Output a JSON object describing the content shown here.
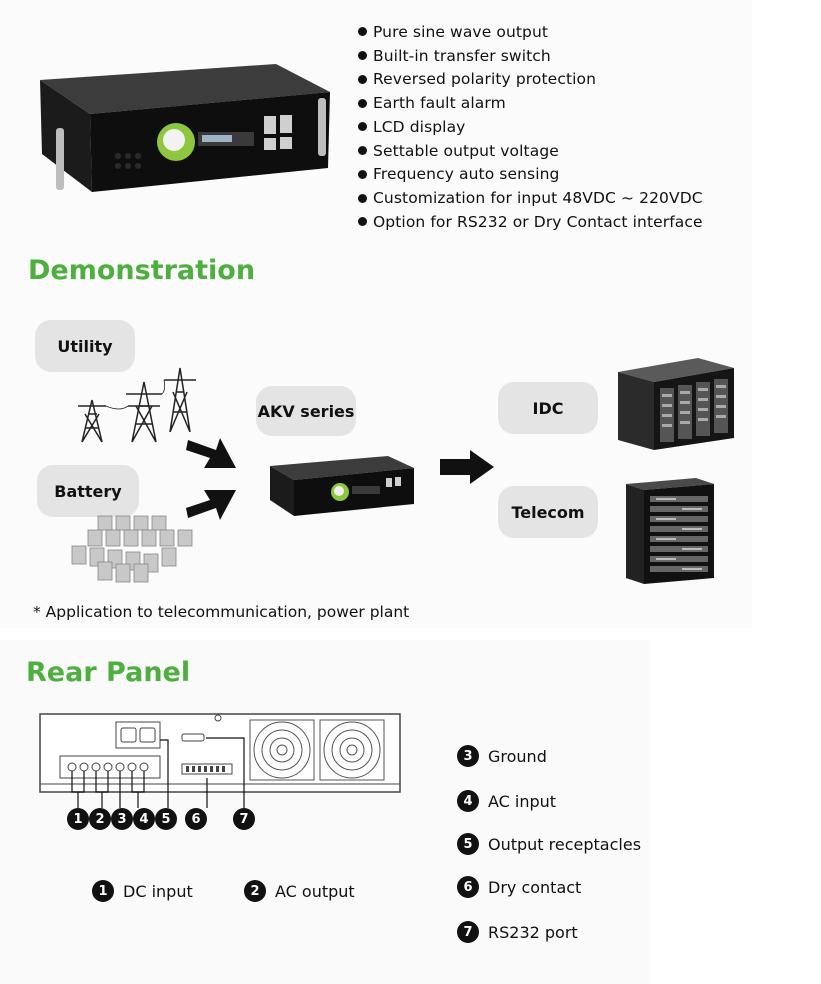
{
  "features": [
    "Pure sine wave output",
    "Built-in transfer switch",
    "Reversed polarity protection",
    "Earth fault alarm",
    "LCD display",
    "Settable output voltage",
    "Frequency auto sensing",
    "Customization for input 48VDC ~ 220VDC",
    "Option for RS232 or Dry Contact interface"
  ],
  "demo": {
    "title": "Demonstration",
    "utility": "Utility",
    "battery": "Battery",
    "akv": "AKV series",
    "idc": "IDC",
    "telecom": "Telecom",
    "note": "* Application to telecommunication, power plant"
  },
  "rear": {
    "title": "Rear Panel",
    "panel_numbers": [
      "1",
      "2",
      "3",
      "4",
      "5",
      "6",
      "7"
    ],
    "legend": [
      {
        "num": "1",
        "label": "DC input"
      },
      {
        "num": "2",
        "label": "AC output"
      },
      {
        "num": "3",
        "label": "Ground"
      },
      {
        "num": "4",
        "label": "AC input"
      },
      {
        "num": "5",
        "label": "Output receptacles"
      },
      {
        "num": "6",
        "label": "Dry contact"
      },
      {
        "num": "7",
        "label": "RS232 port"
      }
    ]
  },
  "colors": {
    "heading_green": "#4caf3e",
    "pill_gray": "#e4e4e4",
    "number_badge": "#111111"
  }
}
